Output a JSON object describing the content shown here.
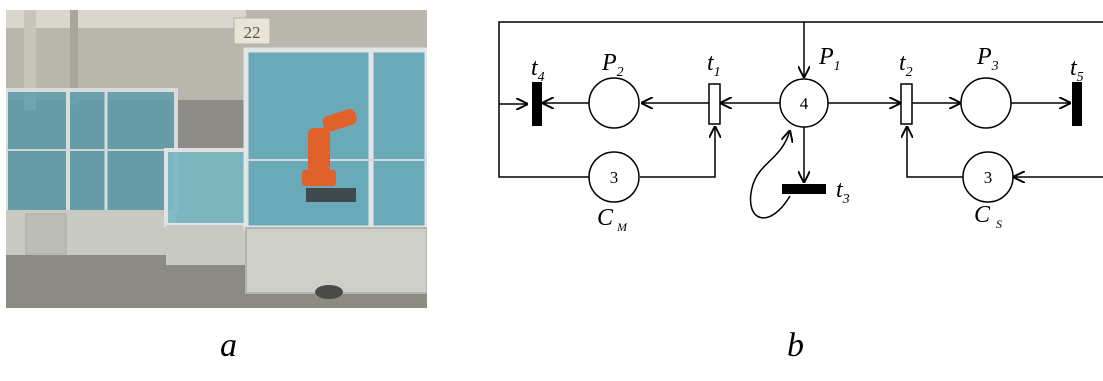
{
  "captions": {
    "a": "a",
    "b": "b"
  },
  "photo": {
    "station_number": "22"
  },
  "petri_net": {
    "places": [
      {
        "id": "P1",
        "letter": "P",
        "sub": "1",
        "tokens": "4"
      },
      {
        "id": "P2",
        "letter": "P",
        "sub": "2",
        "tokens": ""
      },
      {
        "id": "P3",
        "letter": "P",
        "sub": "3",
        "tokens": ""
      },
      {
        "id": "CM",
        "letter": "C",
        "sub": "M",
        "tokens": "3"
      },
      {
        "id": "CS",
        "letter": "C",
        "sub": "S",
        "tokens": "3"
      }
    ],
    "transitions": [
      {
        "id": "t1",
        "letter": "t",
        "sub": "1",
        "kind": "hollow"
      },
      {
        "id": "t2",
        "letter": "t",
        "sub": "2",
        "kind": "hollow"
      },
      {
        "id": "t3",
        "letter": "t",
        "sub": "3",
        "kind": "filled"
      },
      {
        "id": "t4",
        "letter": "t",
        "sub": "4",
        "kind": "filled"
      },
      {
        "id": "t5",
        "letter": "t",
        "sub": "5",
        "kind": "filled"
      }
    ]
  },
  "colors": {
    "line": "#000000",
    "robot": "#e0622a",
    "glass": "#6fb6c6"
  }
}
